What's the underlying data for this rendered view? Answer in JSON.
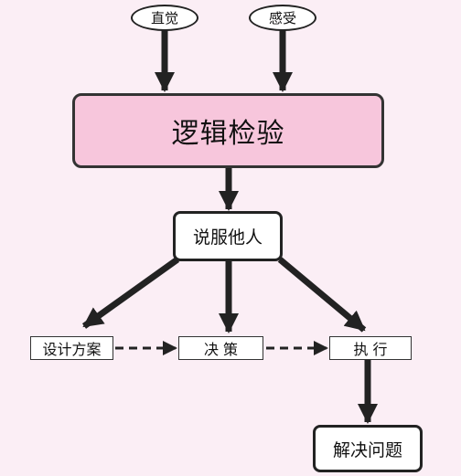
{
  "nodes": {
    "intuition": "直觉",
    "feeling": "感受",
    "logic_check": "逻辑检验",
    "persuade": "说服他人",
    "design_plan": "设计方案",
    "decision": "决 策",
    "execute": "执 行",
    "solve": "解决问题"
  },
  "colors": {
    "background": "#fbeef5",
    "main_box_fill": "#f7c6dc",
    "stroke": "#222222"
  }
}
